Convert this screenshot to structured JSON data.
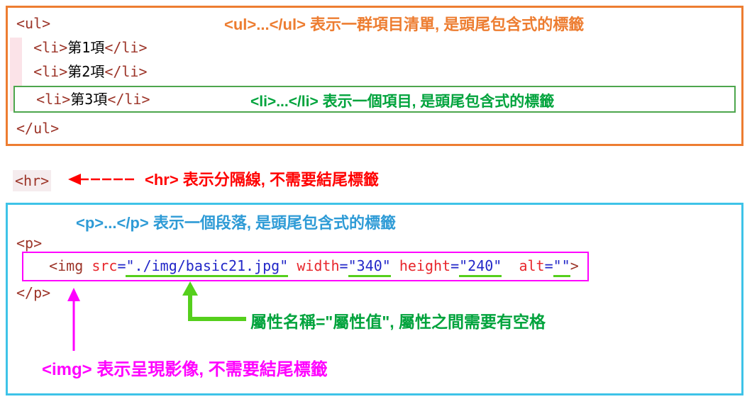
{
  "colors": {
    "orange": "#ED7D31",
    "green_text": "#00A33C",
    "green_border": "#4DA64D",
    "bright_green": "#55CF1C",
    "red": "#FF0000",
    "cyan": "#3EC3E8",
    "blue_text": "#2E9BD6",
    "magenta": "#FF00FF",
    "code_tag": "#9C3428",
    "code_attr": "#E8262C",
    "code_val": "#2227C8",
    "code_text": "#000000"
  },
  "ul_section": {
    "annotation_ul": "<ul>...</ul> 表示一群項目清單, 是頭尾包含式的標籤",
    "annotation_li": "<li>...</li> 表示一個項目, 是頭尾包含式的標籤",
    "lines": {
      "open": [
        {
          "c": "tag",
          "s": "<ul>"
        }
      ],
      "item1": [
        {
          "c": "sp",
          "s": "  "
        },
        {
          "c": "tag",
          "s": "<li>"
        },
        {
          "c": "txt",
          "s": "第1項"
        },
        {
          "c": "tag",
          "s": "</li>"
        }
      ],
      "item2": [
        {
          "c": "sp",
          "s": "  "
        },
        {
          "c": "tag",
          "s": "<li>"
        },
        {
          "c": "txt",
          "s": "第2項"
        },
        {
          "c": "tag",
          "s": "</li>"
        }
      ],
      "item3": [
        {
          "c": "sp",
          "s": "  "
        },
        {
          "c": "tag",
          "s": "<li>"
        },
        {
          "c": "txt",
          "s": "第3項"
        },
        {
          "c": "tag",
          "s": "</li>"
        }
      ],
      "close": [
        {
          "c": "tag",
          "s": "</ul>"
        }
      ]
    }
  },
  "hr_section": {
    "code": [
      {
        "c": "tag",
        "s": "<hr>"
      }
    ],
    "annotation": "<hr> 表示分隔線, 不需要結尾標籤"
  },
  "p_section": {
    "annotation_p": "<p>...</p> 表示一個段落, 是頭尾包含式的標籤",
    "annotation_attr": "屬性名稱=\"屬性值\", 屬性之間需要有空格",
    "annotation_img": "<img> 表示呈現影像, 不需要結尾標籤",
    "lines": {
      "p_open": [
        {
          "c": "tag",
          "s": "<p>"
        }
      ],
      "img": [
        {
          "c": "sp",
          "s": "  "
        },
        {
          "c": "tag",
          "s": "<img"
        },
        {
          "c": "sp",
          "s": " "
        },
        {
          "c": "attr",
          "s": "src"
        },
        {
          "c": "eq",
          "s": "="
        },
        {
          "c": "val",
          "s": "\"./img/basic21.jpg\"",
          "u": true
        },
        {
          "c": "sp",
          "s": " "
        },
        {
          "c": "attr",
          "s": "width"
        },
        {
          "c": "eq",
          "s": "="
        },
        {
          "c": "val",
          "s": "\"340\"",
          "u": true
        },
        {
          "c": "sp",
          "s": " "
        },
        {
          "c": "attr",
          "s": "height"
        },
        {
          "c": "eq",
          "s": "="
        },
        {
          "c": "val",
          "s": "\"240\"",
          "u": true
        },
        {
          "c": "sp",
          "s": "  "
        },
        {
          "c": "attr",
          "s": "alt"
        },
        {
          "c": "eq",
          "s": "="
        },
        {
          "c": "val",
          "s": "\"\"",
          "u": true
        },
        {
          "c": "tag",
          "s": ">"
        }
      ],
      "p_close": [
        {
          "c": "tag",
          "s": "</p>"
        }
      ]
    }
  }
}
